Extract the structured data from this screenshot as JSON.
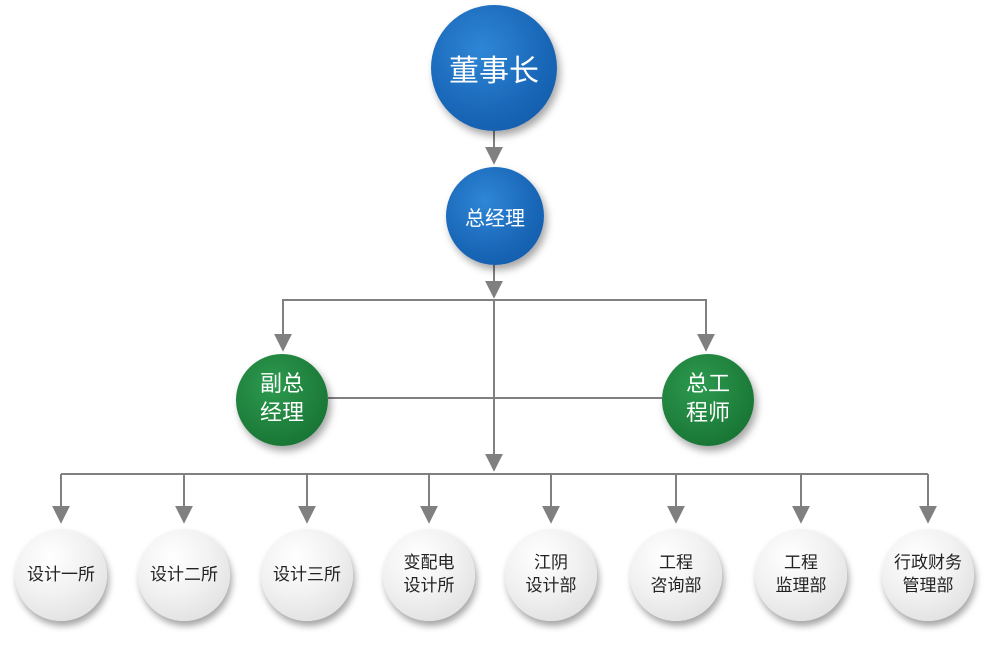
{
  "colors": {
    "line": "#808080",
    "blue": "#1a68b9",
    "green": "#1d7d3a",
    "grey": "#e6e6e6"
  },
  "nodes": {
    "chairman": "董事长",
    "general_manager": "总经理",
    "deputy_gm": "副总\n经理",
    "chief_engineer": "总工\n程师"
  },
  "departments": [
    "设计一所",
    "设计二所",
    "设计三所",
    "变配电\n设计所",
    "江阴\n设计部",
    "工程\n咨询部",
    "工程\n监理部",
    "行政财务\n管理部"
  ]
}
